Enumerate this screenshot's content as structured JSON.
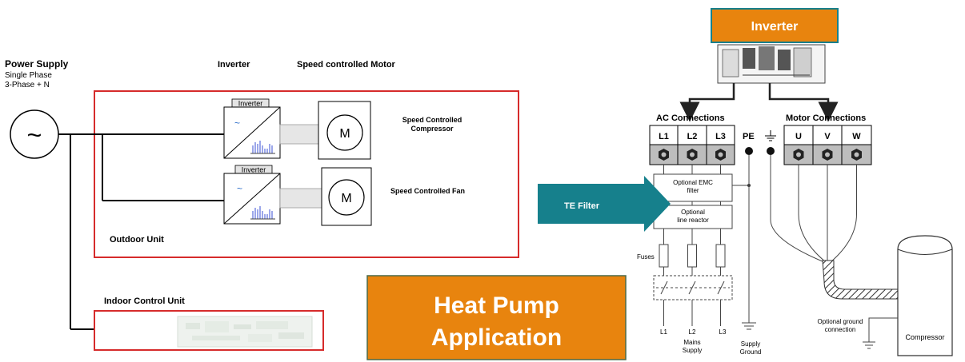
{
  "left_diagram": {
    "power_supply": {
      "title": "Power Supply",
      "line1": "Single Phase",
      "line2": "3-Phase + N",
      "symbol": "~"
    },
    "inverter_header": "Inverter",
    "motor_header": "Speed controlled Motor",
    "outdoor_unit": {
      "label": "Outdoor Unit",
      "compressor_branch": {
        "inverter_label": "Inverter",
        "motor_symbol": "M",
        "label_line1": "Speed Controlled",
        "label_line2": "Compressor"
      },
      "fan_branch": {
        "inverter_label": "Inverter",
        "motor_symbol": "M",
        "label": "Speed Controlled Fan"
      }
    },
    "indoor_unit": {
      "label": "Indoor Control Unit"
    }
  },
  "title_box": {
    "line1": "Heat Pump",
    "line2": "Application"
  },
  "right_diagram": {
    "inverter_tag": "Inverter",
    "ac_connections": {
      "label": "AC Connections",
      "terminals": [
        "L1",
        "L2",
        "L3"
      ]
    },
    "pe_label": "PE",
    "motor_connections": {
      "label": "Motor Connections",
      "terminals": [
        "U",
        "V",
        "W"
      ]
    },
    "emc_filter": {
      "line1": "Optional EMC",
      "line2": "filter"
    },
    "line_reactor": {
      "line1": "Optional",
      "line2": "line reactor"
    },
    "te_filter": "TE Filter",
    "fuses": "Fuses",
    "mains": {
      "phases": [
        "L1",
        "L2",
        "L3"
      ],
      "label_line1": "Mains",
      "label_line2": "Supply"
    },
    "supply_ground": {
      "line1": "Supply",
      "line2": "Ground"
    },
    "optional_ground": {
      "line1": "Optional ground",
      "line2": "connection"
    },
    "compressor": "Compressor"
  },
  "colors": {
    "red_box": "#d62b2b",
    "orange": "#e8840e",
    "teal": "#16808c",
    "dark_border": "#4a6a4a"
  }
}
